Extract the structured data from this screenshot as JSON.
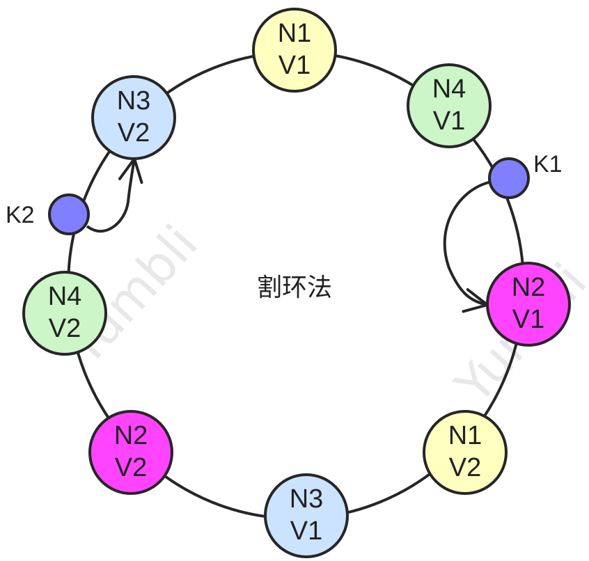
{
  "center_label": "割环法",
  "watermark": "Yumbli",
  "colors": {
    "yellow": "#ffffc0",
    "green": "#ccf5c8",
    "blue": "#cce3ff",
    "magenta": "#ff44ff",
    "key": "#8080ff",
    "stroke": "#262626"
  },
  "nodes": [
    {
      "id": "n1v1",
      "line1": "N1",
      "line2": "V1",
      "color": "yellow"
    },
    {
      "id": "n4v1",
      "line1": "N4",
      "line2": "V1",
      "color": "green"
    },
    {
      "id": "n2v1",
      "line1": "N2",
      "line2": "V1",
      "color": "magenta"
    },
    {
      "id": "n1v2",
      "line1": "N1",
      "line2": "V2",
      "color": "yellow"
    },
    {
      "id": "n3v1",
      "line1": "N3",
      "line2": "V1",
      "color": "blue"
    },
    {
      "id": "n2v2",
      "line1": "N2",
      "line2": "V2",
      "color": "magenta"
    },
    {
      "id": "n4v2",
      "line1": "N4",
      "line2": "V2",
      "color": "green"
    },
    {
      "id": "n3v2",
      "line1": "N3",
      "line2": "V2",
      "color": "blue"
    }
  ],
  "keys": [
    {
      "id": "k1",
      "label": "K1",
      "target": "n2v1"
    },
    {
      "id": "k2",
      "label": "K2",
      "target": "n3v2"
    }
  ]
}
